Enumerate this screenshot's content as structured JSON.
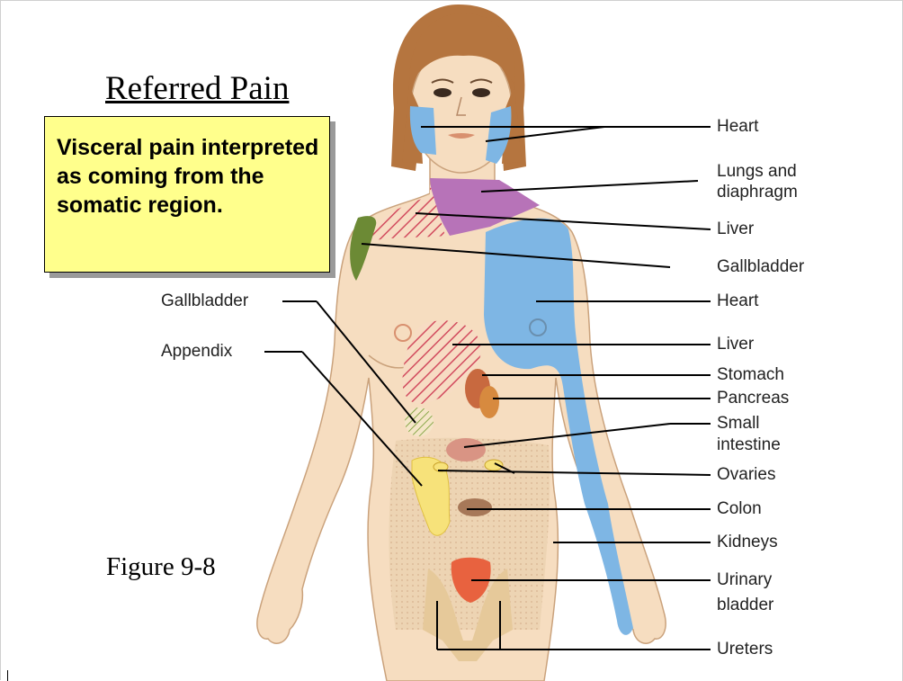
{
  "slide": {
    "title": "Referred Pain",
    "callout": "Visceral pain interpreted as coming from the somatic region.",
    "figure_label": "Figure 9-8"
  },
  "labels": {
    "right": {
      "heart_1": "Heart",
      "lungs_1": "Lungs and",
      "lungs_2": "diaphragm",
      "liver_1": "Liver",
      "gallbladder_1": "Gallbladder",
      "heart_2": "Heart",
      "liver_2": "Liver",
      "stomach": "Stomach",
      "pancreas": "Pancreas",
      "small_intestine_1": "Small",
      "small_intestine_2": "intestine",
      "ovaries": "Ovaries",
      "colon": "Colon",
      "kidneys": "Kidneys",
      "urinary_bladder_1": "Urinary",
      "urinary_bladder_2": "bladder",
      "ureters": "Ureters"
    },
    "left": {
      "gallbladder": "Gallbladder",
      "appendix": "Appendix"
    }
  },
  "colors": {
    "skin": "#f6ddc0",
    "hair": "#b5753f",
    "heart_region": "#7eb6e4",
    "lungs_region": "#b773b8",
    "liver_hatch": "#d24b5e",
    "gallbladder_region": "#6c8a35",
    "appendix_region": "#f7e27a",
    "stomach": "#c8693f",
    "pancreas": "#d78a3f",
    "small_intestine": "#d99484",
    "colon": "#a77858",
    "urinary_bladder": "#e8623f",
    "ureters": "#e6c99a",
    "callout_fill": "#ffff8c"
  }
}
